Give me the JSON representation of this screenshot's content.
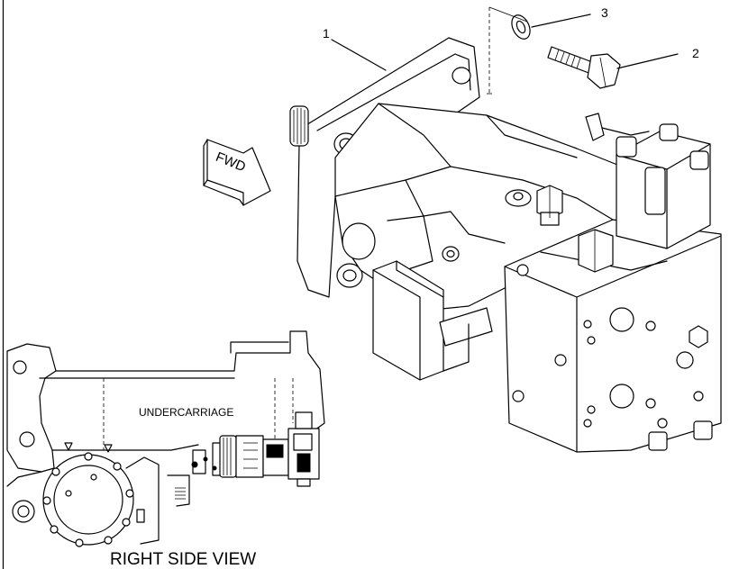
{
  "callouts": [
    {
      "id": "1",
      "label": "1"
    },
    {
      "id": "2",
      "label": "2"
    },
    {
      "id": "3",
      "label": "3"
    }
  ],
  "direction_arrow": {
    "label": "FWD"
  },
  "inset": {
    "region_label": "UNDERCARRIAGE",
    "caption": "RIGHT SIDE VIEW"
  },
  "colors": {
    "ink": "#000000",
    "paper": "#ffffff"
  }
}
